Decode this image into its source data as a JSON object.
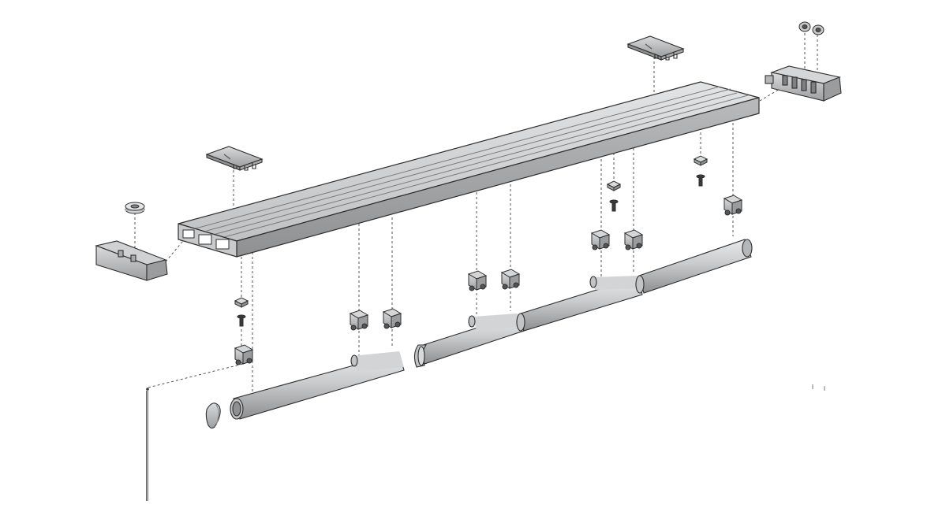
{
  "diagram": {
    "kind": "exploded assembly view",
    "colors": {
      "background": "#ffffff",
      "metal_light": "#d4d6d8",
      "metal_mid": "#b2b4b6",
      "metal_dark": "#8a8c8e",
      "outline": "#2e2e2e",
      "guide_line": "#555555",
      "fastener": "#3a3a3a"
    },
    "components": [
      "rail-profile",
      "mounting-bracket",
      "end-cap",
      "end-cap-with-pulleys",
      "pulley-wheel",
      "square-nut",
      "screw",
      "runner-carriage",
      "wand-rod",
      "wand-end-tip",
      "pull-cord"
    ]
  }
}
